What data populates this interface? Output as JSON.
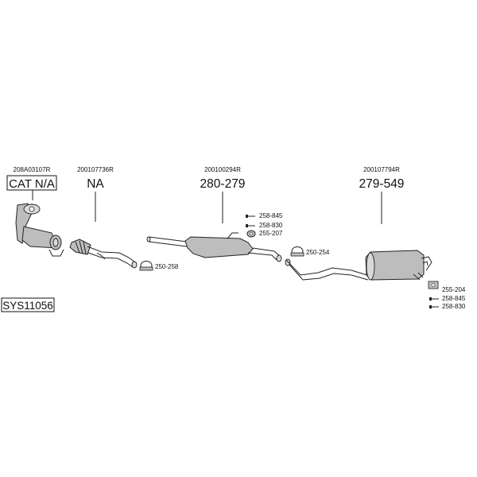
{
  "assemblies": [
    {
      "oem": "208A03107R",
      "number": "CAT N/A"
    },
    {
      "oem": "200107736R",
      "number": "NA"
    },
    {
      "oem": "200100294R",
      "number": "280-279"
    },
    {
      "oem": "200107794R",
      "number": "279-549"
    }
  ],
  "accessories": {
    "a1": "258-845",
    "a2": "258-830",
    "a3": "255-207",
    "a4": "250-258",
    "a5": "250-254",
    "a6": "255-204",
    "a7": "258-845",
    "a8": "258-830"
  },
  "system_code": "SYS11056"
}
